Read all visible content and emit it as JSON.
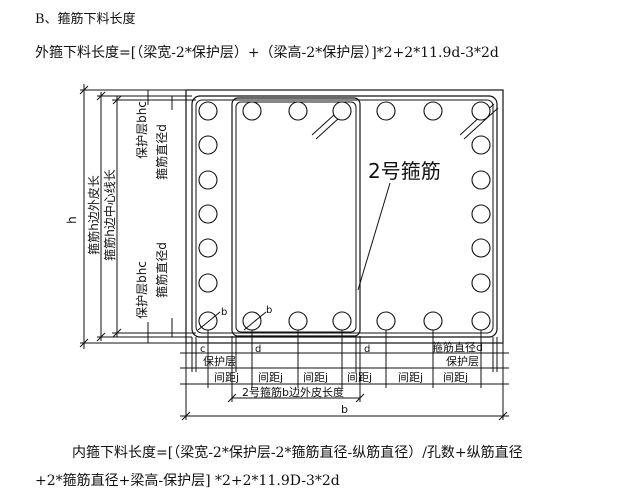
{
  "section_title": "B、箍筋下料长度",
  "formula_outer": "外箍下料长度=[（梁宽-2*保护层）+（梁高-2*保护层）]*2+2*11.9d-3*2d",
  "formula_inner_line1": "内箍下料长度=[（梁宽-2*保护层-2*箍筋直径-纵筋直径）/孔数+纵筋直径",
  "formula_inner_line2": "+2*箍筋直径+梁高-保护层] *2+2*11.9D-3*2d",
  "diagram": {
    "label_stirrup2": "2号箍筋",
    "label_h": "h",
    "label_outer_skin": "箍筋h边外皮长",
    "label_center_line": "箍筋h边中心线长",
    "label_cover_top": "保护层bhc",
    "label_diam_top": "箍筋直径d",
    "label_cover_bottom": "保护层bhc",
    "label_diam_bottom": "箍筋直径d",
    "label_b_small_1": "b",
    "label_b_small_2": "b",
    "label_c": "c",
    "label_d_1": "d",
    "label_d_2": "d",
    "label_cover_left": "保护层",
    "label_diam_right": "箍筋直径d",
    "label_cover_right": "保护层",
    "spacing_labels": [
      "间距j",
      "间距j",
      "间距j",
      "间距j",
      "间距j",
      "间距j"
    ],
    "label_b2_outer": "2号箍筋b边外皮长度",
    "label_b": "b"
  }
}
